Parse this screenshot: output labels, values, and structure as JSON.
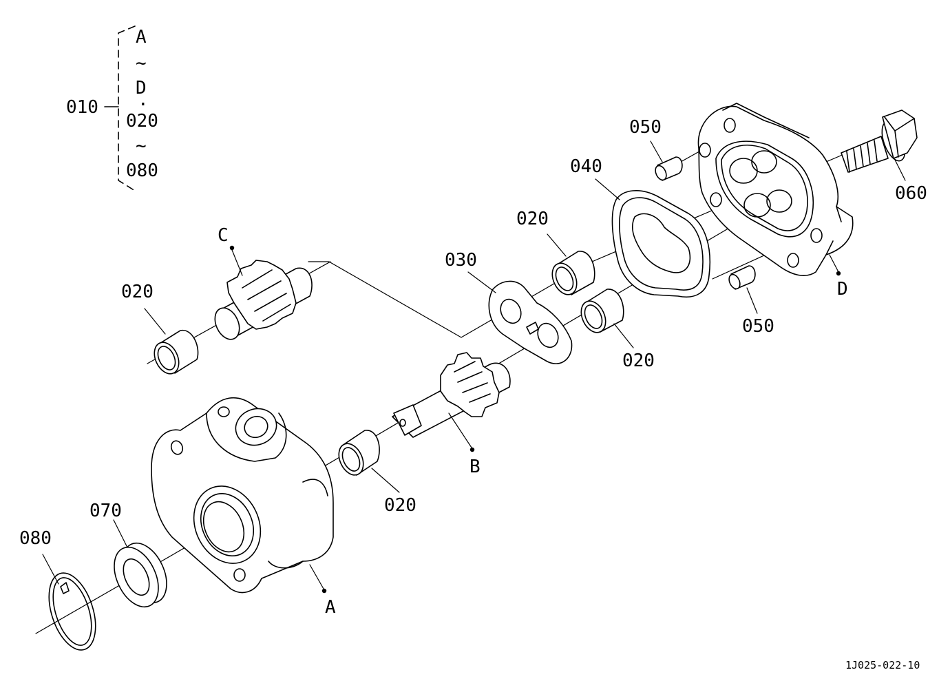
{
  "legend": {
    "assembly_number": "010",
    "range_lines": [
      "A",
      "~",
      "D",
      "·",
      "020",
      "~",
      "080"
    ]
  },
  "callouts": {
    "bushing_left": "020",
    "gear_c": "C",
    "plate_030": "030",
    "bushing_upper_mid": "020",
    "gasket_040": "040",
    "pin_upper": "050",
    "cover_d": "D",
    "pin_lower": "050",
    "bolt_060": "060",
    "bushing_right_mid": "020",
    "gear_b": "B",
    "bushing_lower": "020",
    "housing_a": "A",
    "seal_070": "070",
    "snap_ring_080": "080"
  },
  "reference_code": "1J025-022-10"
}
